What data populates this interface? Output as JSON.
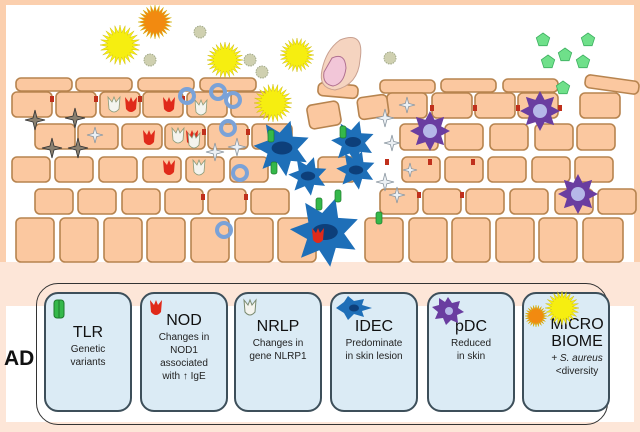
{
  "diagram": {
    "side_label": "AD",
    "colors": {
      "border": "#fbcfae",
      "cell_fill": "#fbc8a0",
      "cell_stroke": "#b7844f",
      "junction": "#c0301c",
      "idec": "#1e6fb8",
      "pdc": "#6a3da0",
      "tlr": "#35b84a",
      "nod": "#e02a1a",
      "nlrp": "#f4f4ee",
      "yellow_bacteria": "#f6ee10",
      "orange_bacteria": "#f28a10",
      "green_pentagon": "#6fe08a",
      "card_fill": "#dbebf5"
    },
    "cards": [
      {
        "icon": "tlr-receptor-icon",
        "title": "TLR",
        "desc": [
          "Genetic",
          "variants"
        ]
      },
      {
        "icon": "nod-receptor-icon",
        "title": "NOD",
        "desc": [
          "Changes in",
          "NOD1",
          "associated",
          "with ↑ IgE"
        ]
      },
      {
        "icon": "nlrp-receptor-icon",
        "title": "NRLP",
        "desc": [
          "Changes in",
          "gene NLRP1"
        ]
      },
      {
        "icon": "idec-cell-icon",
        "title": "IDEC",
        "desc": [
          "Predominate",
          "in skin lesion"
        ]
      },
      {
        "icon": "pdc-cell-icon",
        "title": "pDC",
        "desc": [
          "Reduced",
          "in skin"
        ]
      },
      {
        "icon": "microbiome-icon",
        "title_lines": [
          "MICRO",
          "BIOME"
        ],
        "desc_italic": "+ S. aureus",
        "desc": [
          "<diversity"
        ]
      }
    ]
  }
}
